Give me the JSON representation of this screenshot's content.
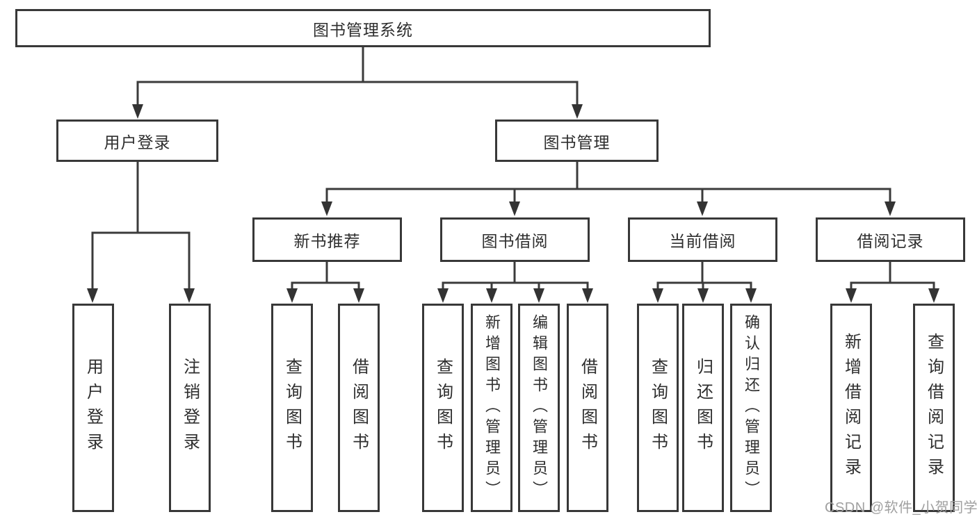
{
  "tree": {
    "label": "图书管理系统",
    "children": [
      {
        "label": "用户登录",
        "children": [
          {
            "label": "用户登录"
          },
          {
            "label": "注销登录"
          }
        ]
      },
      {
        "label": "图书管理",
        "children": [
          {
            "label": "新书推荐",
            "children": [
              {
                "label": "查询图书"
              },
              {
                "label": "借阅图书"
              }
            ]
          },
          {
            "label": "图书借阅",
            "children": [
              {
                "label": "查询图书"
              },
              {
                "label": "新增图书（管理员）"
              },
              {
                "label": "编辑图书（管理员）"
              },
              {
                "label": "借阅图书"
              }
            ]
          },
          {
            "label": "当前借阅",
            "children": [
              {
                "label": "查询图书"
              },
              {
                "label": "归还图书"
              },
              {
                "label": "确认归还（管理员）"
              }
            ]
          },
          {
            "label": "借阅记录",
            "children": [
              {
                "label": "新增借阅记录"
              },
              {
                "label": "查询借阅记录"
              }
            ]
          }
        ]
      }
    ]
  },
  "watermark": {
    "text": "CSDN @软件_小贺同学"
  },
  "colors": {
    "line": "#3b3b3b",
    "box_border": "#383838",
    "text": "#2e2e2e",
    "watermark_text": "#a0a0a0",
    "background": "#ffffff"
  }
}
